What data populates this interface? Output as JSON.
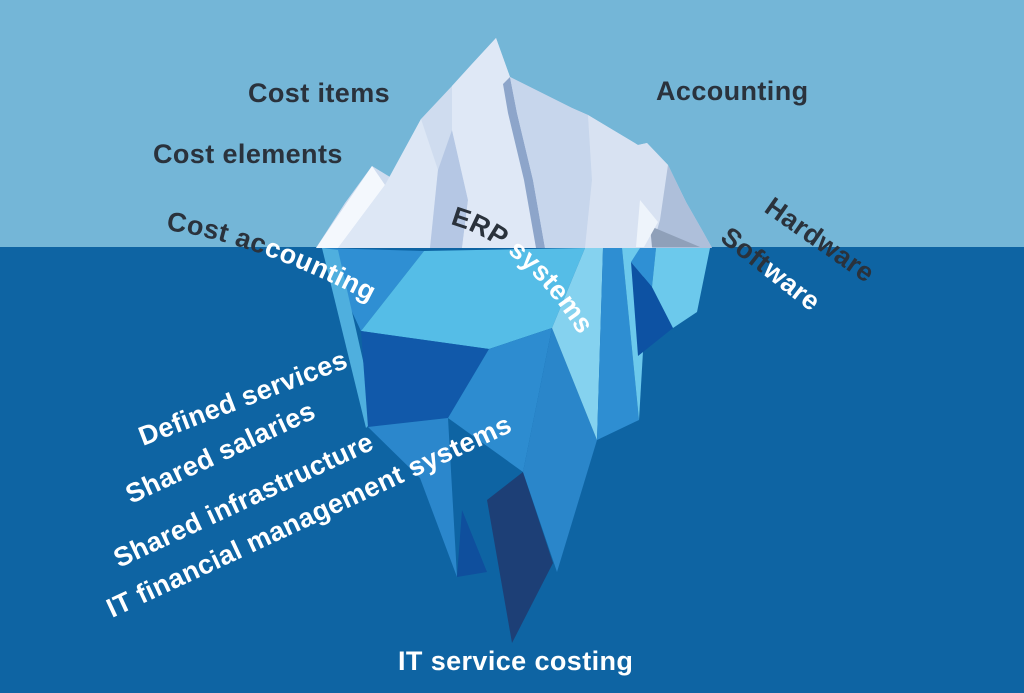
{
  "title": "IT cost iceberg diagram",
  "colors": {
    "sky": "#74b6d7",
    "water": "#0e64a3",
    "text_dark": "#2a323c",
    "text_light": "#ffffff",
    "iceberg_above_base": "#cfdcef",
    "iceberg_above_highlight": "#f4f8fd",
    "iceberg_above_shadow": "#8da5ca",
    "iceberg_below_light_cyan": "#55bde7",
    "iceberg_below_medium": "#2f8fd3",
    "iceberg_below_dark": "#1159aa",
    "iceberg_below_navy": "#1d3f76"
  },
  "labels": {
    "cost_items": "Cost items",
    "cost_elements": "Cost elements",
    "cost_accounting_above": "Cost ac",
    "cost_accounting_below": "counting",
    "accounting": "Accounting",
    "hardware": "Hardware",
    "software_above": "Soft",
    "software_below": "ware",
    "erp_above": "ERP ",
    "erp_below": "systems",
    "defined_services": "Defined services",
    "shared_salaries": "Shared salaries",
    "shared_infrastructure": "Shared infrastructure",
    "it_financial_management_systems": "IT financial management systems",
    "it_service_costing": "IT service costing"
  },
  "diagram": {
    "above_waterline_concepts": [
      "Cost items",
      "Cost elements",
      "Cost accounting",
      "Accounting",
      "Hardware",
      "Software",
      "ERP systems"
    ],
    "below_waterline_concepts": [
      "Defined services",
      "Shared salaries",
      "Shared infrastructure",
      "IT financial management systems",
      "IT service costing"
    ]
  }
}
